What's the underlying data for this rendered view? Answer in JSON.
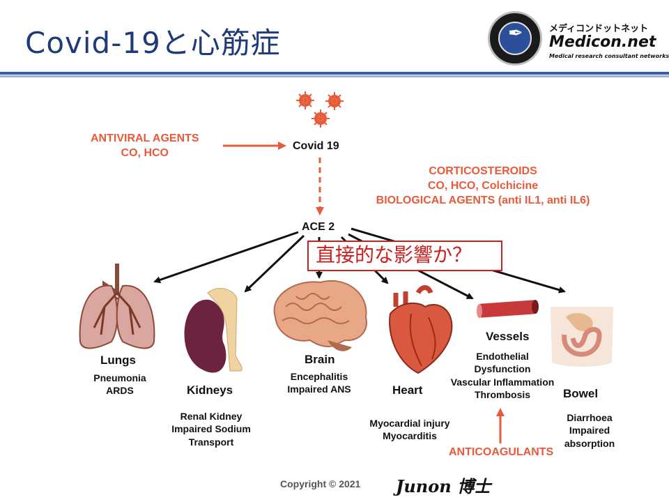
{
  "slide": {
    "title": "Covid-19と心筋症"
  },
  "logo": {
    "kana": "メディコンドットネット",
    "name": "Medicon.net",
    "tagline": "Medical research consultant networks"
  },
  "diagram": {
    "virus": "Covid 19",
    "receptor": "ACE 2",
    "antiviral": [
      "ANTIVIRAL AGENTS",
      "CO, HCO"
    ],
    "corticosteroids": [
      "CORTICOSTEROIDS",
      "CO, HCO, Colchicine",
      "BIOLOGICAL AGENTS (anti IL1, anti IL6)"
    ],
    "anticoagulants": "ANTICOAGULANTS",
    "callout": "直接的な影響か？",
    "organs": {
      "lungs": {
        "name": "Lungs",
        "desc": [
          "Pneumonia",
          "ARDS"
        ]
      },
      "kidneys": {
        "name": "Kidneys",
        "desc": [
          "Renal Kidney",
          "Impaired Sodium",
          "Transport"
        ]
      },
      "brain": {
        "name": "Brain",
        "desc": [
          "Encephalitis",
          "Impaired ANS"
        ]
      },
      "heart": {
        "name": "Heart",
        "desc": [
          "Myocardial injury",
          "Myocarditis"
        ]
      },
      "vessels": {
        "name": "Vessels",
        "desc": [
          "Endothelial",
          "Dysfunction",
          "Vascular Inflammation",
          "Thrombosis"
        ]
      },
      "bowel": {
        "name": "Bowel",
        "desc": [
          "Diarrhoea",
          "Impaired",
          "absorption"
        ]
      }
    }
  },
  "footer": {
    "copyright": "Copyright  © 2021",
    "signature": "Junon 博士"
  },
  "colors": {
    "title": "#1f3a78",
    "accent_red": "#e85a3a",
    "callout_red": "#cc1f1f",
    "rule": "#3a5cb0"
  }
}
